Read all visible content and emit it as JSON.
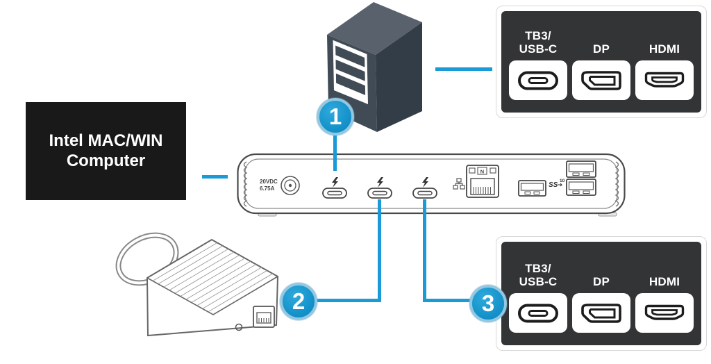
{
  "colors": {
    "accent_blue": "#1a9ad6",
    "panel_background": "#333436",
    "computer_box_background": "#191919"
  },
  "computer_box": {
    "label_line1": "Intel MAC/WIN",
    "label_line2": "Computer"
  },
  "badges": {
    "step1": "1",
    "step2": "2",
    "step3": "3"
  },
  "dock": {
    "power_label_line1": "20VDC",
    "power_label_line2": "6.75A",
    "ethernet_marking": "N",
    "usb_speed_label": "SS",
    "usb_speed_superscript": "10"
  },
  "port_panels": {
    "top": {
      "ports": [
        {
          "label_line1": "TB3/",
          "label_line2": "USB-C",
          "type": "usb-c"
        },
        {
          "label_line1": "DP",
          "type": "displayport"
        },
        {
          "label_line1": "HDMI",
          "type": "hdmi"
        }
      ]
    },
    "bottom": {
      "ports": [
        {
          "label_line1": "TB3/",
          "label_line2": "USB-C",
          "type": "usb-c"
        },
        {
          "label_line1": "DP",
          "type": "displayport"
        },
        {
          "label_line1": "HDMI",
          "type": "hdmi"
        }
      ]
    }
  }
}
